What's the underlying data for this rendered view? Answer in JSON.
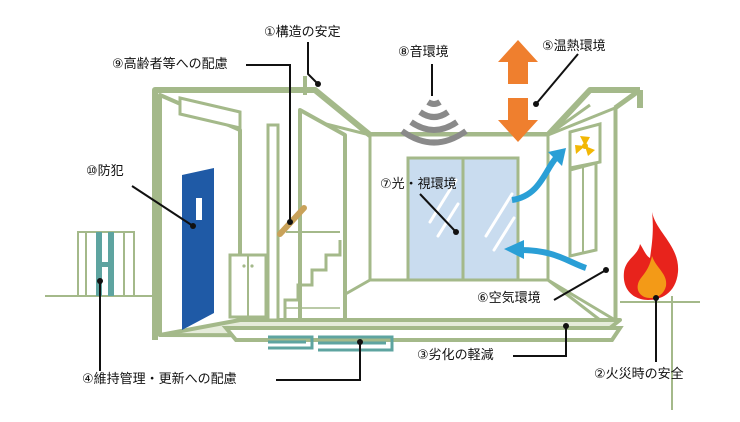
{
  "labels": {
    "structure": "①構造の安定",
    "fire": "②火災時の安全",
    "deterioration": "③劣化の軽減",
    "maintenance": "④維持管理・更新への配慮",
    "thermal": "⑤温熱環境",
    "air": "⑥空気環境",
    "light": "⑦光・視環境",
    "sound": "⑧音環境",
    "elderly": "⑨高齢者等への配慮",
    "security": "⑩防犯"
  },
  "icons": [
    "sound-wave-icon",
    "up-down-arrow-icon",
    "ventilation-fan-icon",
    "airflow-arrow-icon",
    "fire-icon"
  ],
  "colors": {
    "wall": "#a4b98a",
    "floor": "#e6ecdb",
    "door": "#1f5aa6",
    "window": "#c9dcef",
    "thermal_arrow": "#ef7f2e",
    "air_arrow": "#2a9fd6",
    "fire_outer": "#e8231c",
    "fire_inner": "#f39a17",
    "sound": "#8a8a8a",
    "handrail": "#c9a25a",
    "pipe": "#5ea4a0"
  }
}
